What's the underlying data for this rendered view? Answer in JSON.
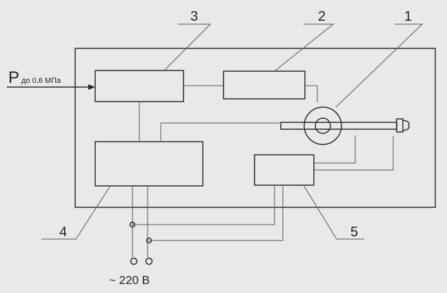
{
  "diagram": {
    "blocks": [
      {
        "id": "1",
        "label": "1"
      },
      {
        "id": "2",
        "label": "2"
      },
      {
        "id": "3",
        "label": "3"
      },
      {
        "id": "4",
        "label": "4"
      },
      {
        "id": "5",
        "label": "5"
      }
    ],
    "pressure_input": {
      "symbol": "P",
      "text": "до 0,6 МПа"
    },
    "power_supply": {
      "text": "~ 220 В"
    }
  }
}
